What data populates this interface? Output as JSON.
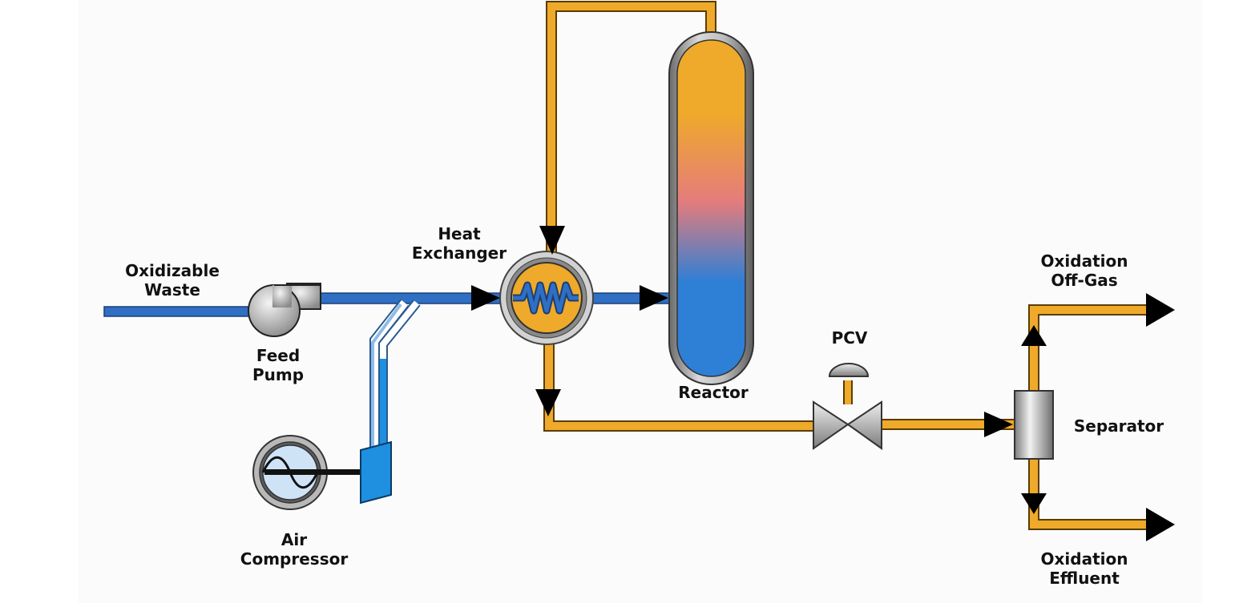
{
  "labels": {
    "oxidizable_waste": [
      "Oxidizable",
      "Waste"
    ],
    "feed_pump": [
      "Feed",
      "Pump"
    ],
    "air_compressor": [
      "Air",
      "Compressor"
    ],
    "heat_exchanger": [
      "Heat",
      "Exchanger"
    ],
    "reactor": "Reactor",
    "pcv": "PCV",
    "separator": "Separator",
    "off_gas": [
      "Oxidation",
      "Off-Gas"
    ],
    "effluent": [
      "Oxidation",
      "Effluent"
    ]
  },
  "colors": {
    "feed_line": "#2f6fc4",
    "hot_line": "#efa92b",
    "air_line": "#9ec4ea",
    "arrow": "#000000",
    "equipment_gray": "#9a9a9a",
    "compressor_blue": "#1f8fdf",
    "reactor_top": "#efa92b",
    "reactor_mid": "#e47c7c",
    "reactor_bottom": "#2e7fd6"
  },
  "icons": [
    "pump-icon",
    "compressor-icon",
    "heat-exchanger-icon",
    "reactor-vessel-icon",
    "control-valve-icon",
    "separator-icon",
    "flow-arrow-icon"
  ]
}
